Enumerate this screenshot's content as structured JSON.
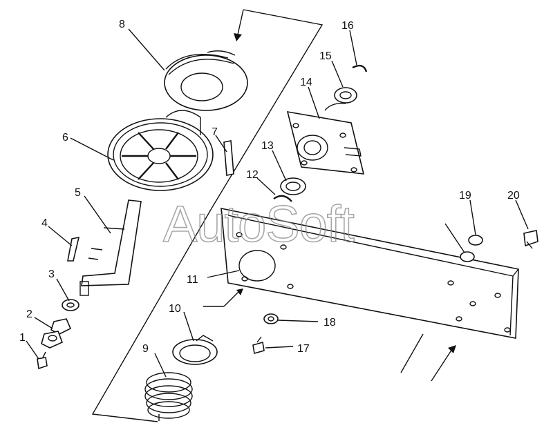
{
  "callouts": [
    {
      "id": "1",
      "label": "1"
    },
    {
      "id": "2",
      "label": "2"
    },
    {
      "id": "3",
      "label": "3"
    },
    {
      "id": "4",
      "label": "4"
    },
    {
      "id": "5",
      "label": "5"
    },
    {
      "id": "6",
      "label": "6"
    },
    {
      "id": "7",
      "label": "7"
    },
    {
      "id": "8",
      "label": "8"
    },
    {
      "id": "9",
      "label": "9"
    },
    {
      "id": "10",
      "label": "10"
    },
    {
      "id": "11",
      "label": "11"
    },
    {
      "id": "12",
      "label": "12"
    },
    {
      "id": "13",
      "label": "13"
    },
    {
      "id": "14",
      "label": "14"
    },
    {
      "id": "15",
      "label": "15"
    },
    {
      "id": "16",
      "label": "16"
    },
    {
      "id": "17",
      "label": "17"
    },
    {
      "id": "18",
      "label": "18"
    },
    {
      "id": "19",
      "label": "19"
    },
    {
      "id": "20",
      "label": "20"
    }
  ],
  "watermark": {
    "text": "AutoSoft"
  }
}
